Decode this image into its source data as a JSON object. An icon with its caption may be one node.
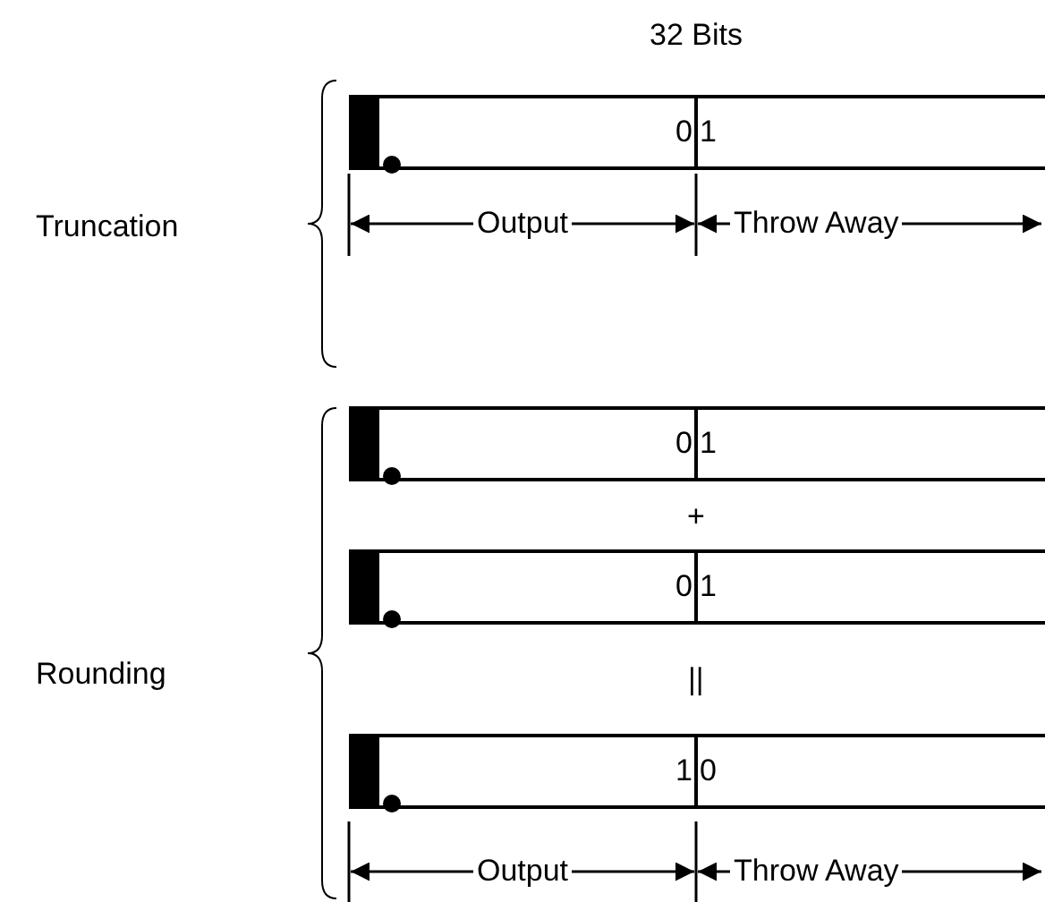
{
  "diagram": {
    "nodes": [
      {
        "text": [
          "0",
          "1"
        ]
      },
      {
        "text": [
          "0",
          "1"
        ]
      },
      {
        "text": [
          "0",
          "1"
        ]
      },
      {
        "text": [
          "1",
          "0"
        ]
      }
    ],
    "labels": [
      "32 Bits",
      "Truncation",
      "Output",
      "Throw Away",
      "+",
      "Rounding",
      "||",
      "Output",
      "Throw Away"
    ]
  }
}
